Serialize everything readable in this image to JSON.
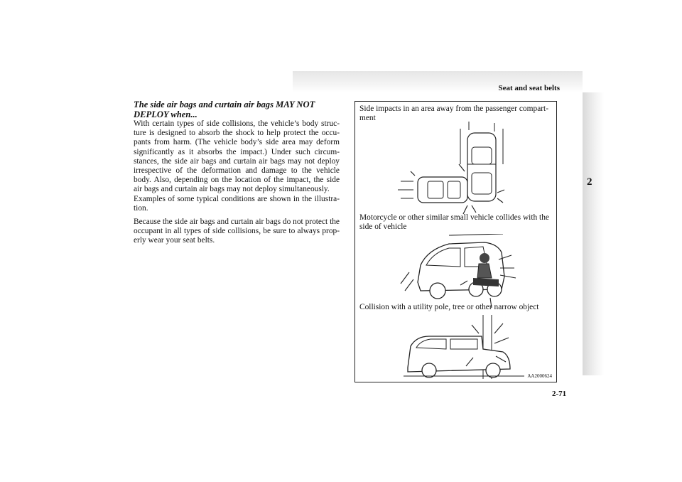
{
  "header": {
    "section_title": "Seat and seat belts",
    "chapter_tab": "2"
  },
  "left": {
    "heading": "The side air bags and curtain air bags MAY NOT DEPLOY when...",
    "paragraph1": "With certain types of side collisions, the vehicle’s body struc-ture is designed to absorb the shock to help protect the occu-pants from harm. (The vehicle body’s side area may deform significantly as it absorbs the impact.) Under such circum-stances, the side air bags and curtain air bags may not deploy irrespective of the deformation and damage to the vehicle body. Also, depending on the location of the impact, the side air bags and curtain air bags may not deploy simultaneously.",
    "paragraph2": "Examples of some typical conditions are shown in the illustra-tion.",
    "paragraph3": "Because the side air bags and curtain air bags do not protect the occupant in all types of side collisions, be sure to always prop-erly wear your seat belts."
  },
  "figure": {
    "caption1": "Side impacts in an area away from the passenger compart-ment",
    "caption2": "Motorcycle or other similar small vehicle collides with the side of vehicle",
    "caption3": "Collision with a utility pole, tree or other narrow object",
    "figure_code": "AA2000624"
  },
  "footer": {
    "page_number": "2-71"
  }
}
